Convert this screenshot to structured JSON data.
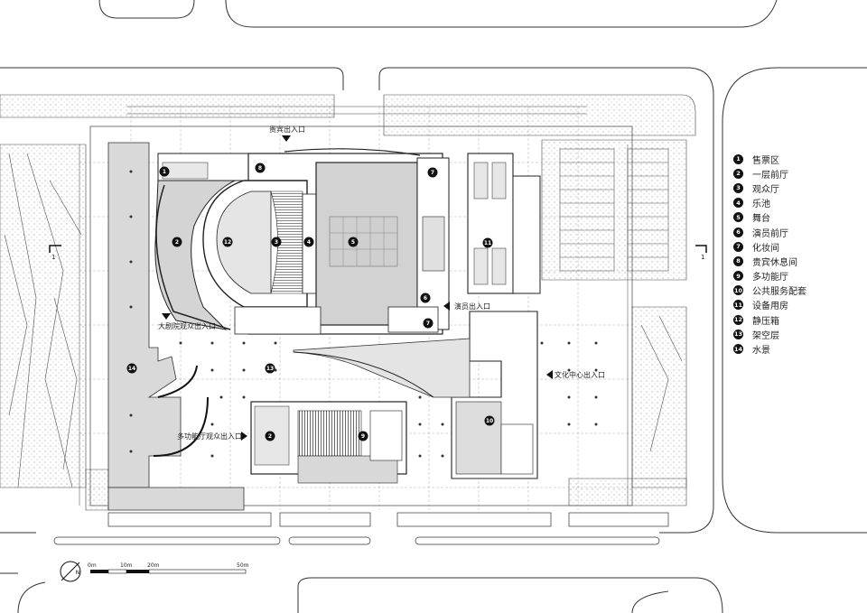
{
  "legend": [
    {
      "num": "1",
      "label": "售票区"
    },
    {
      "num": "2",
      "label": "一层前厅"
    },
    {
      "num": "3",
      "label": "观众厅"
    },
    {
      "num": "4",
      "label": "乐池"
    },
    {
      "num": "5",
      "label": "舞台"
    },
    {
      "num": "6",
      "label": "演员前厅"
    },
    {
      "num": "7",
      "label": "化妆间"
    },
    {
      "num": "8",
      "label": "贵宾休息间"
    },
    {
      "num": "9",
      "label": "多功能厅"
    },
    {
      "num": "10",
      "label": "公共服务配套"
    },
    {
      "num": "11",
      "label": "设备用房"
    },
    {
      "num": "12",
      "label": "静压箱"
    },
    {
      "num": "13",
      "label": "架空层"
    },
    {
      "num": "14",
      "label": "水景"
    }
  ],
  "entrances": {
    "vip": "贵宾出入口",
    "performer": "演员出入口",
    "theater_audience": "大剧院观众出入口",
    "multi_hall_audience": "多功能厅观众出入口",
    "culture_center": "文化中心出入口"
  },
  "scale": {
    "labels": [
      "0m",
      "10m",
      "20m",
      "50m"
    ],
    "north": "N"
  },
  "section_marks": {
    "left": "1",
    "right": "1"
  },
  "markers": {
    "m1": "1",
    "m2": "2",
    "m3": "3",
    "m4": "4",
    "m5": "5",
    "m6": "6",
    "m7a": "7",
    "m7b": "7",
    "m8": "8",
    "m9": "9",
    "m10": "10",
    "m11": "11",
    "m12": "12",
    "m13": "13",
    "m14": "14",
    "m2b": "2"
  },
  "colors": {
    "fill_gray": "#d6d6d6",
    "wall": "#222222",
    "hatch": "#bbbbbb"
  }
}
